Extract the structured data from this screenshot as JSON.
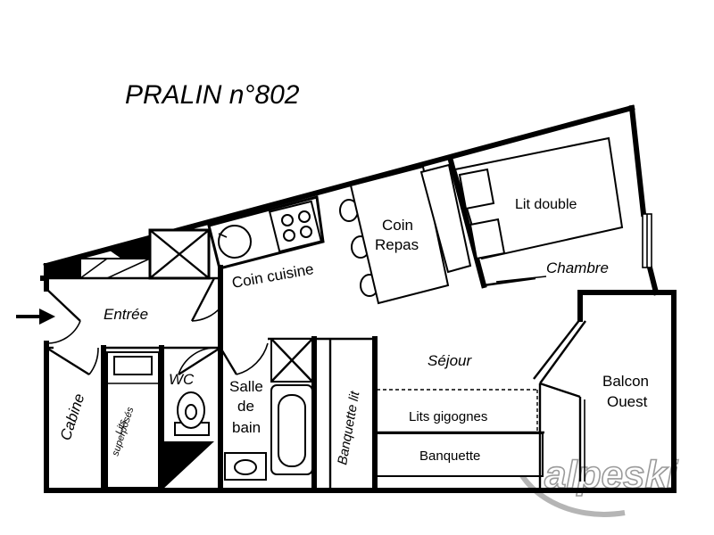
{
  "title": "PRALIN n°802",
  "rooms": {
    "entree": "Entrée",
    "coin_cuisine": "Coin cuisine",
    "coin_repas_1": "Coin",
    "coin_repas_2": "Repas",
    "lit_double": "Lit double",
    "chambre": "Chambre",
    "sejour": "Séjour",
    "balcon_1": "Balcon",
    "balcon_2": "Ouest",
    "cabine": "Cabine",
    "lits_superposes_1": "Lits",
    "lits_superposes_2": "superposés",
    "wc": "WC",
    "salle_de_bain_1": "Salle",
    "salle_de_bain_2": "de",
    "salle_de_bain_3": "bain",
    "banquette_lit": "Banquette lit",
    "lits_gigognes": "Lits gigognes",
    "banquette": "Banquette"
  },
  "logo": "alpeski",
  "icons": [
    "entrance-arrow-icon"
  ]
}
